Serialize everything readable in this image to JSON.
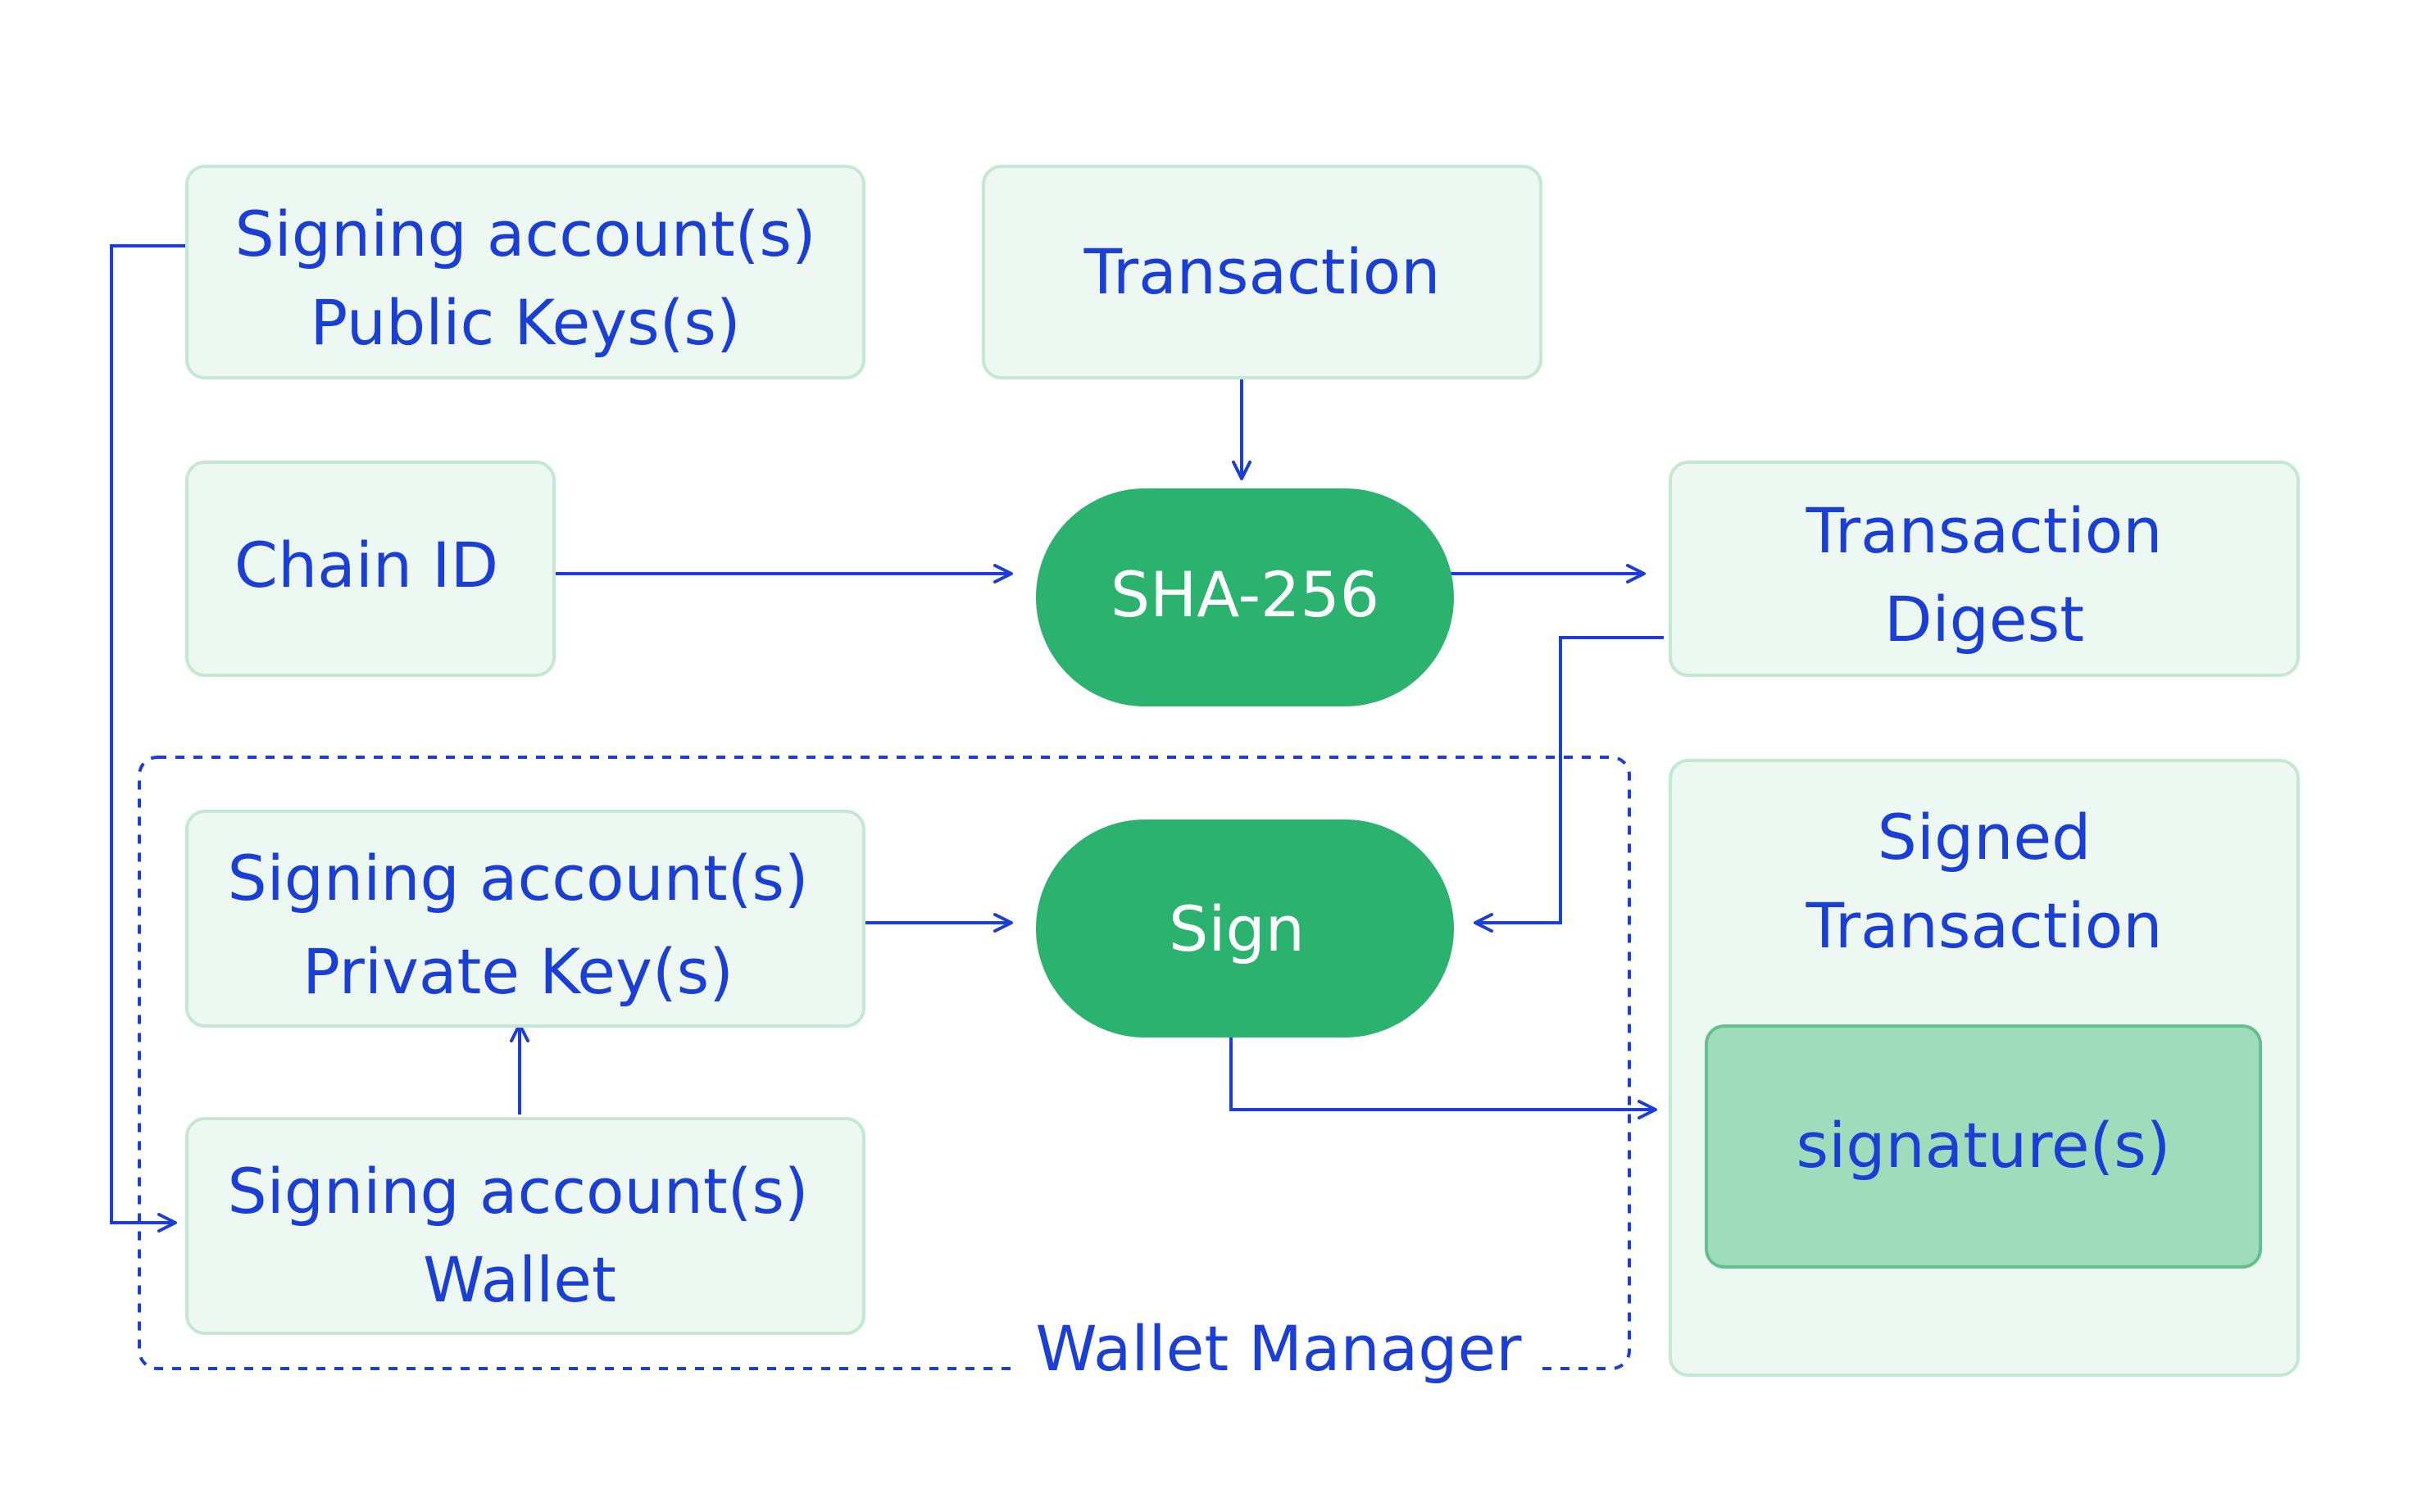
{
  "nodes": {
    "public_keys": {
      "line1": "Signing account(s)",
      "line2": "Public Keys(s)"
    },
    "transaction": {
      "label": "Transaction"
    },
    "chain_id": {
      "label": "Chain ID"
    },
    "sha256": {
      "label": "SHA-256"
    },
    "digest": {
      "line1": "Transaction",
      "line2": "Digest"
    },
    "private_keys": {
      "line1": "Signing account(s)",
      "line2": "Private Key(s)"
    },
    "sign": {
      "label": "Sign"
    },
    "signed_tx": {
      "line1": "Signed",
      "line2": "Transaction"
    },
    "signatures": {
      "label": "signature(s)"
    },
    "wallet": {
      "line1": "Signing account(s)",
      "line2": "Wallet"
    }
  },
  "groups": {
    "wallet_manager": {
      "label": "Wallet Manager"
    }
  },
  "colors": {
    "text": "#1b3fd6",
    "box_fill": "#eef8f2",
    "box_stroke": "#c4e8d2",
    "pill_fill": "#2bb26e",
    "inner_box_fill": "#9edcbc",
    "inner_box_stroke": "#63c08e"
  }
}
